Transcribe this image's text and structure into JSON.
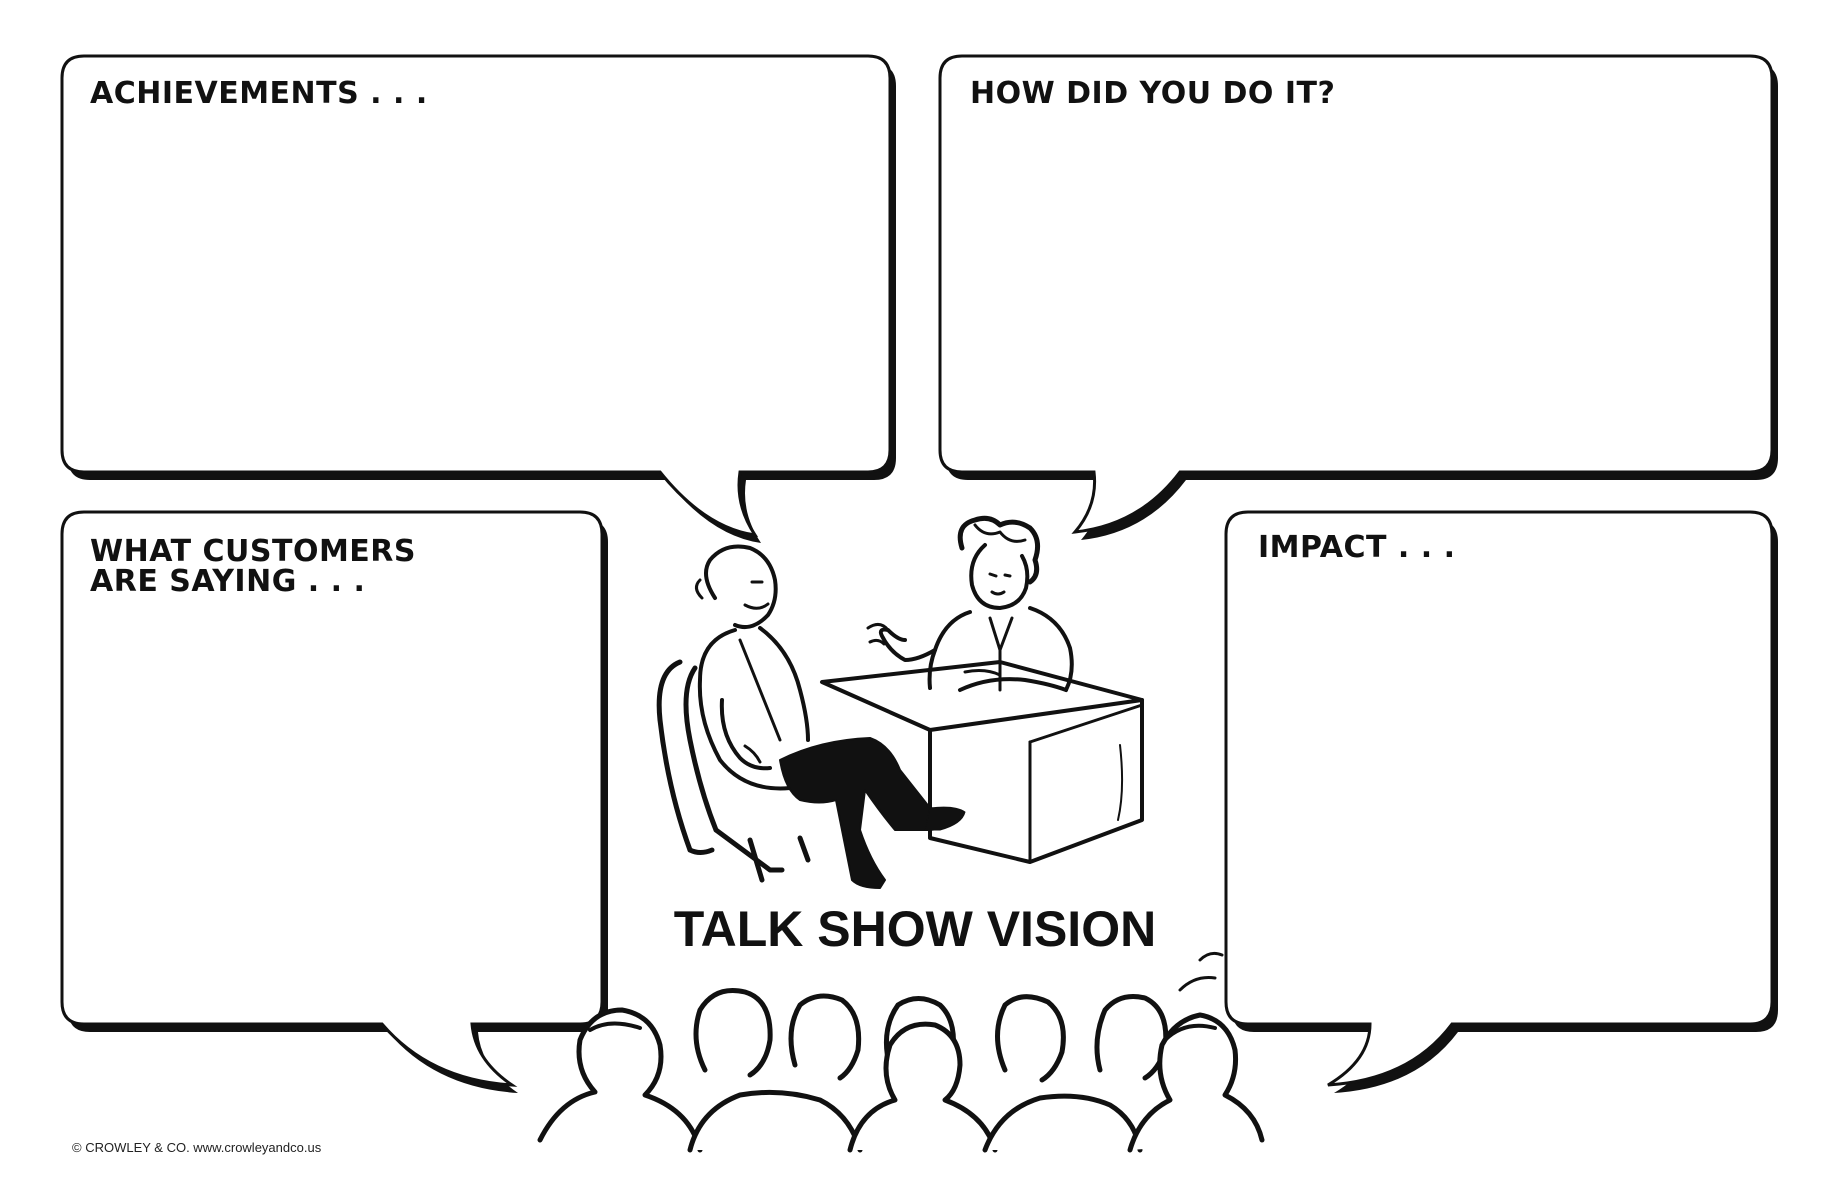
{
  "bubbles": {
    "achievements": "ACHIEVEMENTS . . .",
    "how": "HOW DID YOU DO IT?",
    "customers_line1": "WHAT CUSTOMERS",
    "customers_line2": "ARE SAYING . . .",
    "impact": "IMPACT . . ."
  },
  "title": "TALK SHOW VISION",
  "credit": "© CROWLEY & CO.  www.crowleyandco.us",
  "colors": {
    "ink": "#111111",
    "paper": "#ffffff"
  }
}
